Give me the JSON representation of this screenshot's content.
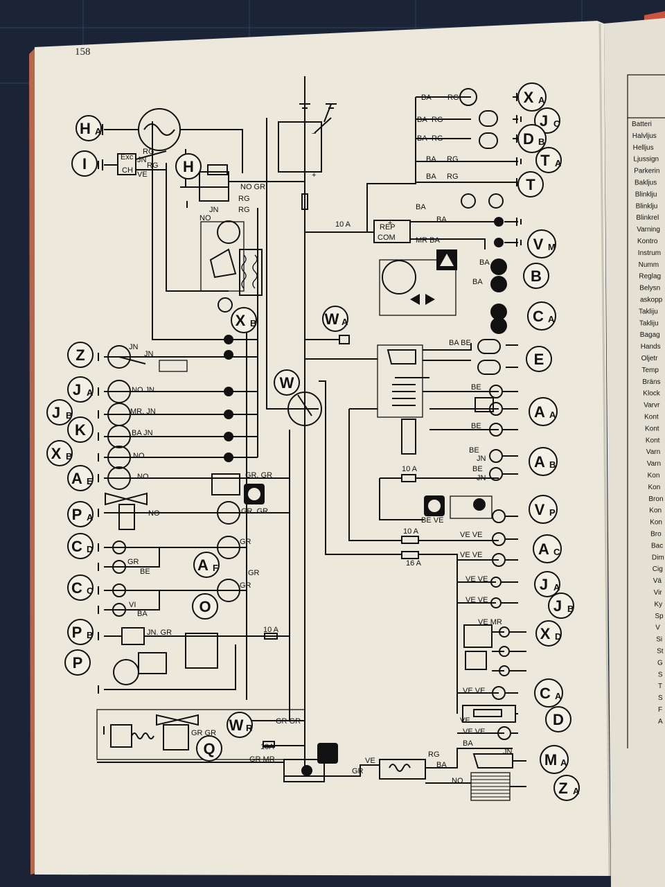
{
  "page": {
    "number": "158",
    "colors": {
      "paper": "#ece8dc",
      "ink": "#111111",
      "desk": "#1b2436",
      "page_edge": "#b9664a"
    }
  },
  "components": [
    {
      "id": "HA",
      "letter": "H",
      "sub": "A"
    },
    {
      "id": "I",
      "letter": "I",
      "sub": ""
    },
    {
      "id": "H",
      "letter": "H",
      "sub": ""
    },
    {
      "id": "XB1",
      "letter": "X",
      "sub": "B"
    },
    {
      "id": "Z",
      "letter": "Z",
      "sub": ""
    },
    {
      "id": "JA1",
      "letter": "J",
      "sub": "A"
    },
    {
      "id": "JB1",
      "letter": "J",
      "sub": "B"
    },
    {
      "id": "K",
      "letter": "K",
      "sub": ""
    },
    {
      "id": "XB2",
      "letter": "X",
      "sub": "B"
    },
    {
      "id": "AE",
      "letter": "A",
      "sub": "E"
    },
    {
      "id": "PA",
      "letter": "P",
      "sub": "A"
    },
    {
      "id": "CD",
      "letter": "C",
      "sub": "D"
    },
    {
      "id": "AF",
      "letter": "A",
      "sub": "F"
    },
    {
      "id": "CC",
      "letter": "C",
      "sub": "C"
    },
    {
      "id": "O",
      "letter": "O",
      "sub": ""
    },
    {
      "id": "PB",
      "letter": "P",
      "sub": "B"
    },
    {
      "id": "P",
      "letter": "P",
      "sub": ""
    },
    {
      "id": "WR",
      "letter": "W",
      "sub": "R"
    },
    {
      "id": "Q",
      "letter": "Q",
      "sub": ""
    },
    {
      "id": "W",
      "letter": "W",
      "sub": ""
    },
    {
      "id": "WA",
      "letter": "W",
      "sub": "A"
    },
    {
      "id": "XA",
      "letter": "X",
      "sub": "A"
    },
    {
      "id": "JC",
      "letter": "J",
      "sub": "C"
    },
    {
      "id": "DB",
      "letter": "D",
      "sub": "B"
    },
    {
      "id": "TA",
      "letter": "T",
      "sub": "A"
    },
    {
      "id": "T",
      "letter": "T",
      "sub": ""
    },
    {
      "id": "VM",
      "letter": "V",
      "sub": "M"
    },
    {
      "id": "B",
      "letter": "B",
      "sub": ""
    },
    {
      "id": "CA1",
      "letter": "C",
      "sub": "A"
    },
    {
      "id": "E",
      "letter": "E",
      "sub": ""
    },
    {
      "id": "AA",
      "letter": "A",
      "sub": "A"
    },
    {
      "id": "AB",
      "letter": "A",
      "sub": "B"
    },
    {
      "id": "VP",
      "letter": "V",
      "sub": "P"
    },
    {
      "id": "AC",
      "letter": "A",
      "sub": "C"
    },
    {
      "id": "JA2",
      "letter": "J",
      "sub": "A"
    },
    {
      "id": "JB2",
      "letter": "J",
      "sub": "B"
    },
    {
      "id": "XD",
      "letter": "X",
      "sub": "D"
    },
    {
      "id": "CA2",
      "letter": "C",
      "sub": "A"
    },
    {
      "id": "D",
      "letter": "D",
      "sub": ""
    },
    {
      "id": "MA",
      "letter": "M",
      "sub": "A"
    },
    {
      "id": "ZA",
      "letter": "Z",
      "sub": "A"
    }
  ],
  "wire_labels": [
    {
      "id": "l1",
      "text": "Exc"
    },
    {
      "id": "l2",
      "text": "CH"
    },
    {
      "id": "l3",
      "text": "JN"
    },
    {
      "id": "l4",
      "text": "RG"
    },
    {
      "id": "l5",
      "text": "RG"
    },
    {
      "id": "l6",
      "text": "VE"
    },
    {
      "id": "l7",
      "text": "NO GR"
    },
    {
      "id": "l8",
      "text": "JN"
    },
    {
      "id": "l9",
      "text": "RG"
    },
    {
      "id": "l10",
      "text": "RG"
    },
    {
      "id": "l11",
      "text": "NO"
    },
    {
      "id": "l12",
      "text": "JN"
    },
    {
      "id": "l13",
      "text": "JN"
    },
    {
      "id": "l14",
      "text": "NO  JN"
    },
    {
      "id": "l15",
      "text": "MR. JN"
    },
    {
      "id": "l16",
      "text": "BA   JN"
    },
    {
      "id": "l17",
      "text": "NO"
    },
    {
      "id": "l18",
      "text": "NO"
    },
    {
      "id": "l19",
      "text": "GR. GR"
    },
    {
      "id": "l20",
      "text": "NO"
    },
    {
      "id": "l21",
      "text": "GR. GR"
    },
    {
      "id": "l22",
      "text": "GR"
    },
    {
      "id": "l23",
      "text": "GR"
    },
    {
      "id": "l24",
      "text": "BE"
    },
    {
      "id": "l25",
      "text": "GR"
    },
    {
      "id": "l26",
      "text": "GR"
    },
    {
      "id": "l27",
      "text": "VI"
    },
    {
      "id": "l28",
      "text": "BA"
    },
    {
      "id": "l29",
      "text": "JN. GR"
    },
    {
      "id": "l30",
      "text": "10 A"
    },
    {
      "id": "l31",
      "text": "GR GR"
    },
    {
      "id": "l32",
      "text": "GR GR"
    },
    {
      "id": "l33",
      "text": "10A"
    },
    {
      "id": "l34",
      "text": "GR  MR"
    },
    {
      "id": "l35",
      "text": "GR"
    },
    {
      "id": "l36",
      "text": "VE"
    },
    {
      "id": "l37",
      "text": "RG"
    },
    {
      "id": "l38",
      "text": "BA"
    },
    {
      "id": "l39",
      "text": "BA"
    },
    {
      "id": "l40",
      "text": "JN"
    },
    {
      "id": "l41",
      "text": "NO"
    },
    {
      "id": "l42",
      "text": "10 A"
    },
    {
      "id": "l43",
      "text": "REP"
    },
    {
      "id": "l44",
      "text": "COM"
    },
    {
      "id": "l45",
      "text": "BA"
    },
    {
      "id": "l46",
      "text": "RG"
    },
    {
      "id": "l47",
      "text": "BA"
    },
    {
      "id": "l48",
      "text": "RG"
    },
    {
      "id": "l49",
      "text": "BA"
    },
    {
      "id": "l50",
      "text": "RG"
    },
    {
      "id": "l51",
      "text": "BA"
    },
    {
      "id": "l52",
      "text": "RG"
    },
    {
      "id": "l53",
      "text": "BA"
    },
    {
      "id": "l54",
      "text": "RG"
    },
    {
      "id": "l55",
      "text": "BA"
    },
    {
      "id": "l56",
      "text": "BA"
    },
    {
      "id": "l57",
      "text": "MR  BA"
    },
    {
      "id": "l58",
      "text": "BA"
    },
    {
      "id": "l59",
      "text": "BA"
    },
    {
      "id": "l60",
      "text": "BA  BE"
    },
    {
      "id": "l61",
      "text": "BE"
    },
    {
      "id": "l62",
      "text": "BE"
    },
    {
      "id": "l63",
      "text": "BE"
    },
    {
      "id": "l64",
      "text": "JN"
    },
    {
      "id": "l65",
      "text": "BE"
    },
    {
      "id": "l66",
      "text": "JN"
    },
    {
      "id": "l67",
      "text": "10 A"
    },
    {
      "id": "l68",
      "text": "BE  VE"
    },
    {
      "id": "l69",
      "text": "10 A"
    },
    {
      "id": "l70",
      "text": "VE  VE"
    },
    {
      "id": "l71",
      "text": "16 A"
    },
    {
      "id": "l72",
      "text": "VE  VE"
    },
    {
      "id": "l73",
      "text": "VE  VE"
    },
    {
      "id": "l74",
      "text": "VE  VE"
    },
    {
      "id": "l75",
      "text": "VE  MR"
    },
    {
      "id": "l76",
      "text": "VE  VE"
    },
    {
      "id": "l77",
      "text": "VE"
    },
    {
      "id": "l78",
      "text": "VE  VE"
    },
    {
      "id": "l79",
      "text": "+"
    },
    {
      "id": "l80",
      "text": "−"
    },
    {
      "id": "l81",
      "text": "+"
    }
  ],
  "side_page_items": [
    "Batteri",
    "Halvljus",
    "Helljus",
    "Ljussign",
    "Parkerin",
    "Bakljus",
    "Blinklju",
    "Blinklju",
    "Blinkrel",
    "Varning",
    "Kontro",
    "Instrum",
    "Numm",
    "Reglag",
    "Belysn",
    "askopp",
    "Takliju",
    "Takliju",
    "Bagag",
    "Hands",
    "Oljetr",
    "Temp",
    "Bräns",
    "Klock",
    "Varvr",
    "Kont",
    "Kont",
    "Kont",
    "Varn",
    "Varn",
    "Kon",
    "Kon",
    "Bron",
    "Kon",
    "Kon",
    "Bro",
    "Bac",
    "Dim",
    "Cig",
    "Vä",
    "Vir",
    "Ky",
    "Sp",
    "V",
    "Si",
    "St",
    "G",
    "S",
    "T",
    "S",
    "F",
    "A"
  ]
}
